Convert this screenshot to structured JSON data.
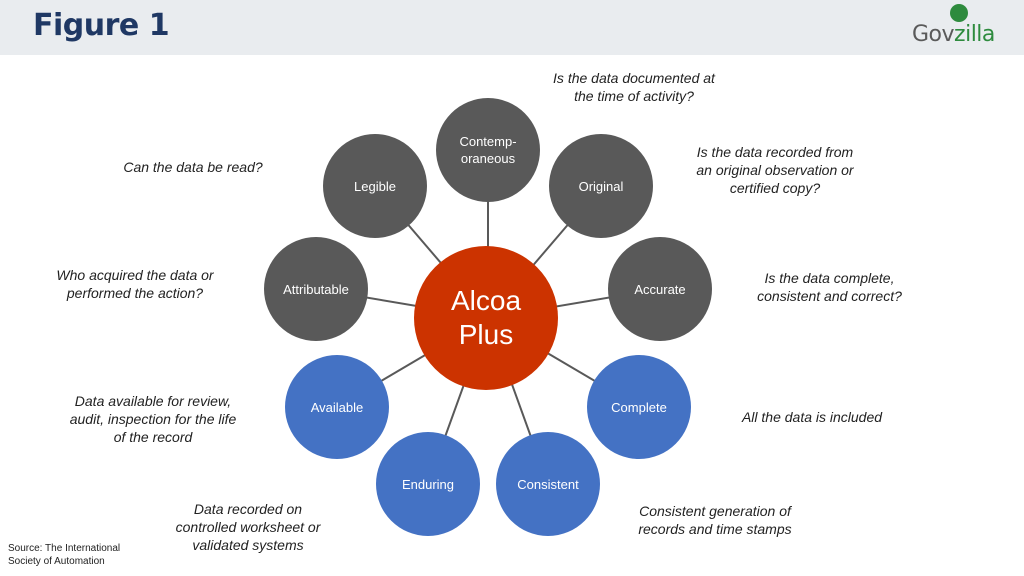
{
  "header": {
    "title": "Figure 1"
  },
  "logo": {
    "text_main": "Gov",
    "text_accent": "zilla"
  },
  "center": {
    "label": "Alcoa\nPlus"
  },
  "nodes": [
    {
      "label": "Contemp-\noraneous",
      "question": "Is the data documented at\nthe time of activity?"
    },
    {
      "label": "Original",
      "question": "Is the data recorded from\nan original observation or\ncertified copy?"
    },
    {
      "label": "Accurate",
      "question": "Is the data complete,\nconsistent and correct?"
    },
    {
      "label": "Complete",
      "question": "All the data is included"
    },
    {
      "label": "Consistent",
      "question": "Consistent generation of\nrecords and time stamps"
    },
    {
      "label": "Enduring",
      "question": "Data recorded on\ncontrolled worksheet or\nvalidated systems"
    },
    {
      "label": "Available",
      "question": "Data available for review,\naudit, inspection for the life\nof the record"
    },
    {
      "label": "Attributable",
      "question": "Who acquired the data or\nperformed the action?"
    },
    {
      "label": "Legible",
      "question": "Can the data be read?"
    }
  ],
  "colors": {
    "dark_node": "#595959",
    "blue_node": "#4472c4",
    "center_node": "#cc3300",
    "title": "#1f3864"
  },
  "source": "Source: The International\nSociety of Automation"
}
